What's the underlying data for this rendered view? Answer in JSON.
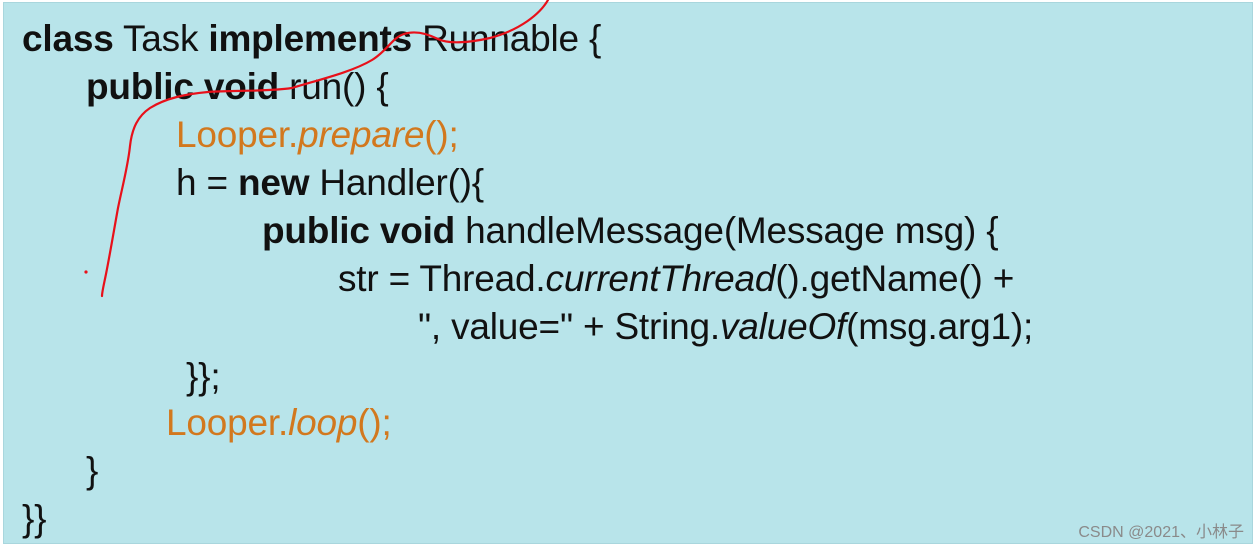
{
  "code": {
    "l1": {
      "kw_class": "class",
      "name": " Task ",
      "kw_implements": "implements",
      "rest": " Runnable {"
    },
    "l2": {
      "kw": "public void",
      "rest": " run() {"
    },
    "l3": {
      "obj": "Looper.",
      "method": "prepare",
      "tail": "();"
    },
    "l4": {
      "pre": "h = ",
      "kw": "new",
      "rest": " Handler(){"
    },
    "l5": {
      "kw": "public void",
      "rest": " handleMessage(Message msg) {"
    },
    "l6": {
      "pre": "str = Thread.",
      "method": "currentThread",
      "rest": "().getName() +"
    },
    "l7": {
      "pre": "\", value=\" + String.",
      "method": "valueOf",
      "rest": "(msg.arg1);"
    },
    "l8": "}};",
    "l9": {
      "obj": "Looper.",
      "method": "loop",
      "tail": "();"
    },
    "l10": "}",
    "l11": "}}"
  },
  "annotation": {
    "ink_color": "#e8101a"
  },
  "watermark": "CSDN @2021、小林子"
}
